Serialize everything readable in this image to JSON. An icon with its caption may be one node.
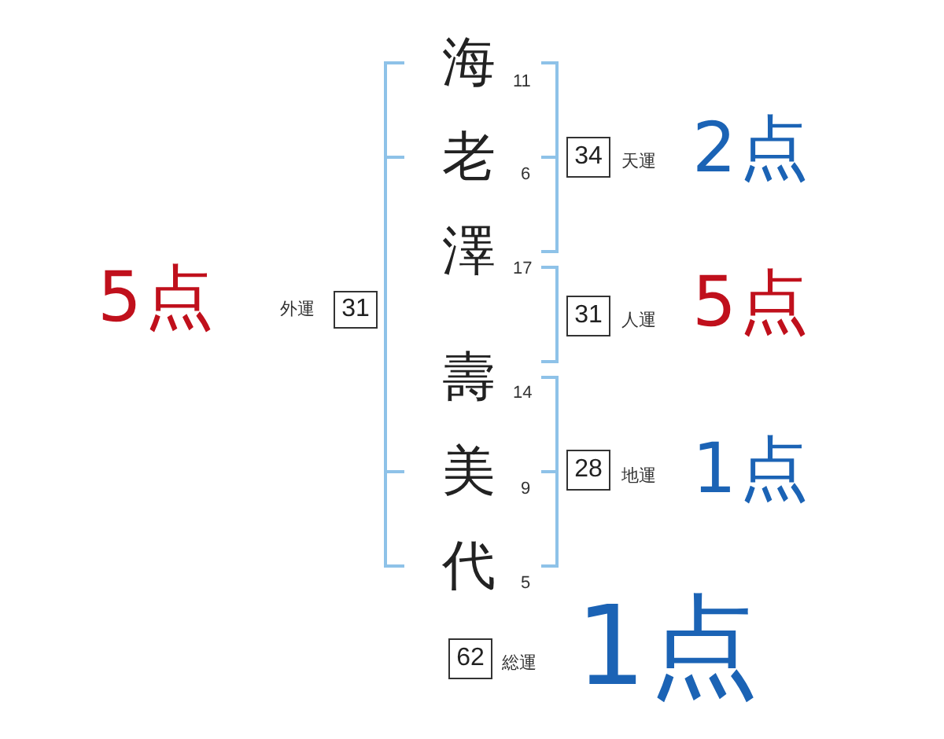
{
  "diagram": {
    "nodes": [
      {
        "text": [
          "34"
        ],
        "beside": [
          "天運",
          "2点"
        ]
      },
      {
        "text": [
          "31"
        ],
        "beside": [
          "5点",
          "外運"
        ]
      },
      {
        "text": [
          "31"
        ],
        "beside": [
          "人運",
          "5点"
        ]
      },
      {
        "text": [
          "28"
        ],
        "beside": [
          "地運",
          "1点"
        ]
      },
      {
        "text": [
          "62"
        ],
        "beside": [
          "総運",
          "1点"
        ]
      }
    ],
    "labels": [
      "海",
      "11",
      "老",
      "6",
      "澤",
      "17",
      "壽",
      "14",
      "美",
      "9",
      "代",
      "5"
    ]
  }
}
